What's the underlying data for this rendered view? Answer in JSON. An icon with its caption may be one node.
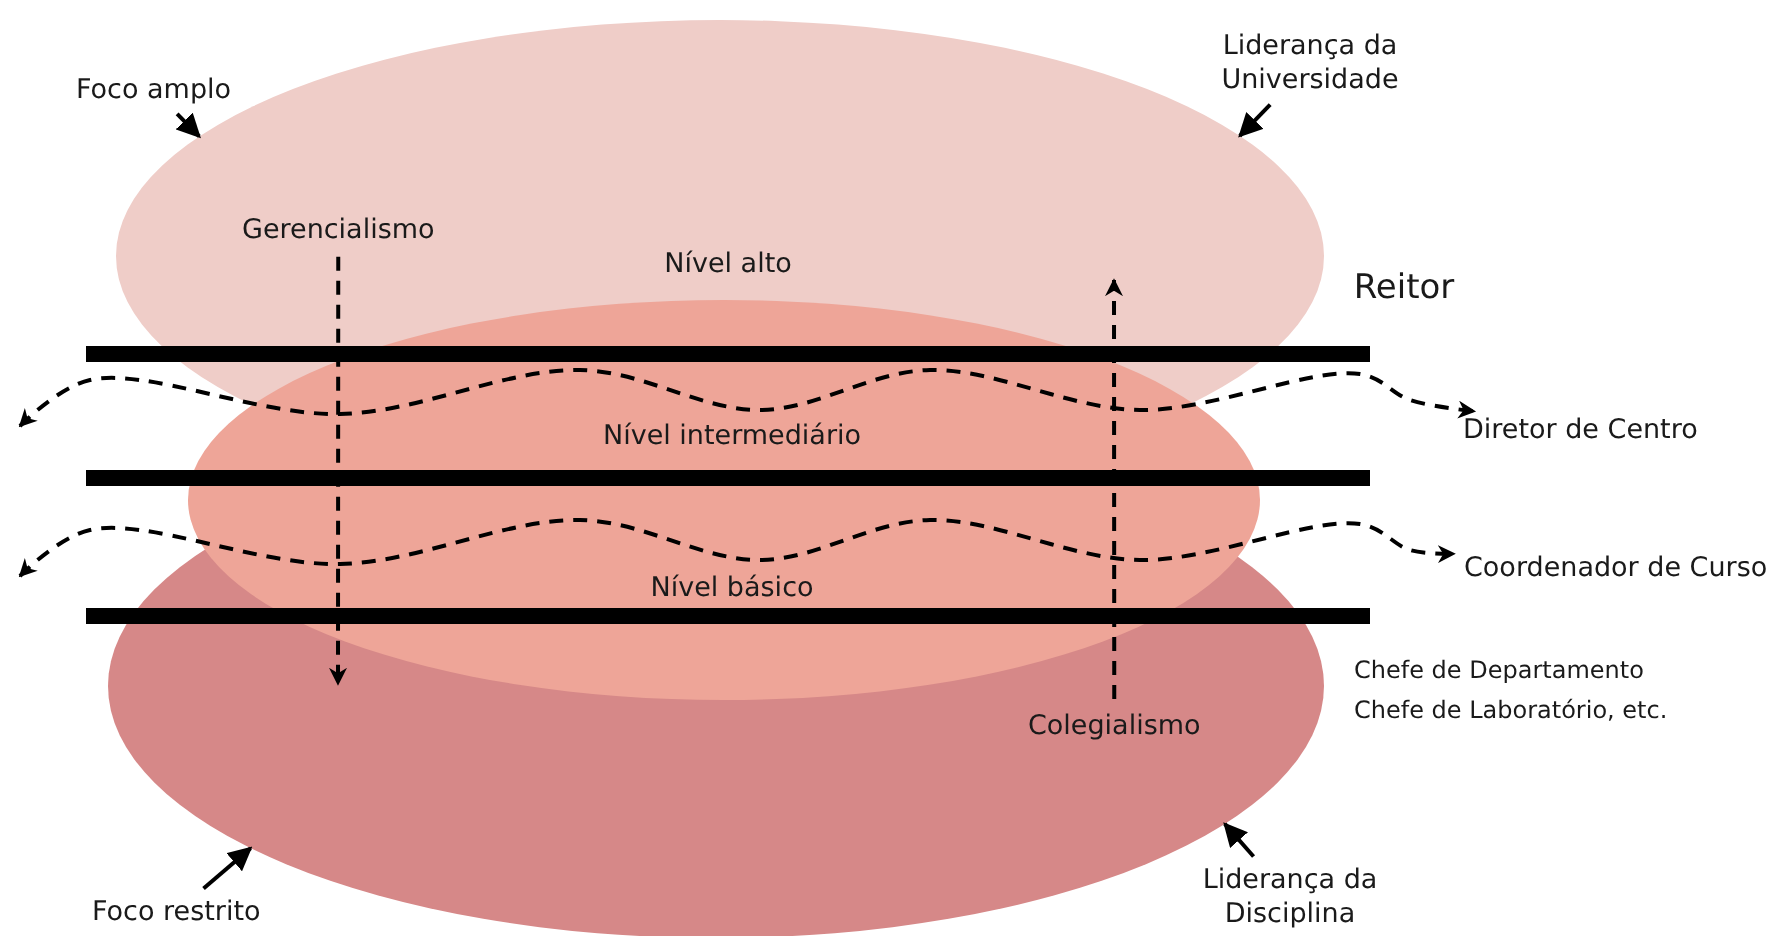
{
  "diagram": {
    "nodes": [
      {
        "text": [],
        "shape": "ellipse"
      },
      {
        "text": [],
        "shape": "ellipse"
      },
      {
        "text": [
          "Foco amplo"
        ]
      },
      {
        "text": [
          "Liderança da Universidade"
        ]
      },
      {
        "text": [
          "Foco restrito"
        ]
      },
      {
        "text": [
          "Liderança da Disciplina"
        ]
      },
      {
        "text": [
          "Gerencialismo"
        ],
        "in": 0
      },
      {
        "text": [
          "Colegialismo"
        ],
        "in": 1
      },
      {
        "text": [
          "Diretor de Centro"
        ]
      },
      {
        "text": [
          "Coordenador de Curso"
        ]
      }
    ],
    "edges": [
      {
        "from": 2,
        "to": 0,
        "arrow": "to"
      },
      {
        "from": 3,
        "to": 0,
        "arrow": "to"
      },
      {
        "from": 4,
        "to": 1,
        "arrow": "to"
      },
      {
        "from": 5,
        "to": 1,
        "arrow": "to"
      },
      {
        "from": 6,
        "to": null,
        "arrow": "to",
        "style": "dashed"
      },
      {
        "from": 7,
        "to": null,
        "arrow": "to",
        "style": "dashed"
      },
      {
        "from": null,
        "to": 8,
        "arrow": "both",
        "style": "dashed"
      },
      {
        "from": null,
        "to": 9,
        "arrow": "both",
        "style": "dashed"
      }
    ],
    "labels": [
      "Nível alto",
      "Reitor",
      "Nível intermediário",
      "Nível básico",
      "Chefe de Departamento",
      "Chefe de Laboratório, etc."
    ]
  }
}
